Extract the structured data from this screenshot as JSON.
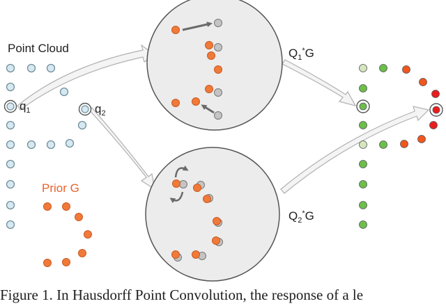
{
  "labels": {
    "point_cloud": "Point Cloud",
    "q1": "q",
    "q1_sub": "1",
    "q2": "q",
    "q2_sub": "2",
    "prior_g": "Prior G",
    "q1g_q": "Q",
    "q1g_sub": "1",
    "q1g_star": "*",
    "q1g_g": "G",
    "q2g_q": "Q",
    "q2g_sub": "2",
    "q2g_star": "*",
    "q2g_g": "G"
  },
  "caption": "Figure 1. In Hausdorff Point Convolution, the response of a le",
  "colors": {
    "cloud_fill": "#d8e8f0",
    "cloud_stroke": "#6f8f9c",
    "prior": "#f07a3a",
    "prior_stroke": "#c85a22",
    "gray_point": "#c4c4c4",
    "circle_fill": "#ececec",
    "arrow_fill": "#f4f4f4",
    "arrow_stroke": "#b0b0b0",
    "green": "#6cbf4a",
    "light_green": "#d5e6bf",
    "orange_red": "#f0561e",
    "red": "#e81e1e",
    "text": "#1e1e1e",
    "prior_text": "#e8622a"
  },
  "icons": {
    "move_arrow": "arrow-icon",
    "rotate": "rotate-icon"
  }
}
